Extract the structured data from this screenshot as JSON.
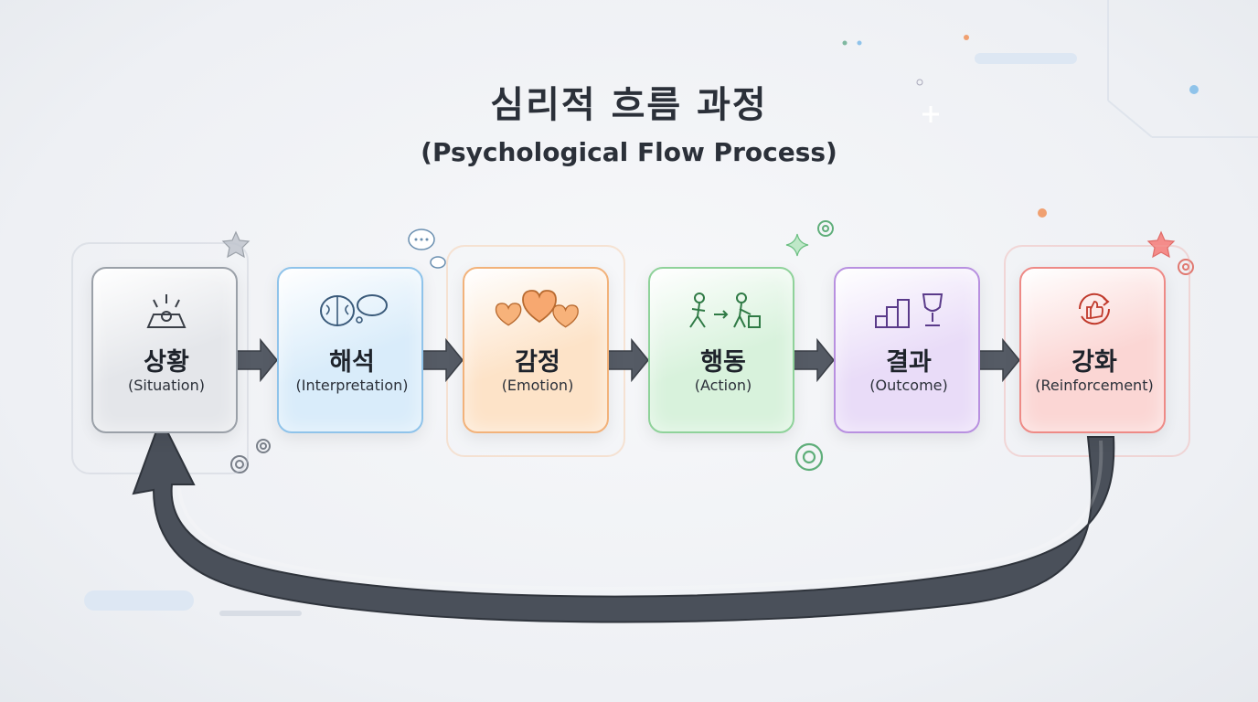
{
  "title": "심리적 흐름 과정",
  "subtitle": "(Psychological Flow Process)",
  "steps": [
    {
      "ko": "상황",
      "en": "(Situation)",
      "color": "#9aa0a8",
      "fill": "#e4e6ea",
      "icon": "alarm-icon"
    },
    {
      "ko": "해석",
      "en": "(Interpretation)",
      "color": "#8fc3ea",
      "fill": "#d9ecfa",
      "icon": "brain-thought-icon"
    },
    {
      "ko": "감정",
      "en": "(Emotion)",
      "color": "#f2b27a",
      "fill": "#fde3c8",
      "icon": "hearts-face-icon"
    },
    {
      "ko": "행동",
      "en": "(Action)",
      "color": "#8fd29a",
      "fill": "#d8f2dc",
      "icon": "person-action-icon"
    },
    {
      "ko": "결과",
      "en": "(Outcome)",
      "color": "#b890e0",
      "fill": "#e9dcf8",
      "icon": "podium-trophy-icon"
    },
    {
      "ko": "강화",
      "en": "(Reinforcement)",
      "color": "#ee8a86",
      "fill": "#fbd6d4",
      "icon": "thumbs-up-cycle-icon"
    }
  ],
  "feedback_arrow": {
    "from": "강화",
    "to": "상황",
    "color": "#4a505a"
  },
  "colors": {
    "arrow": "#555b65",
    "title": "#2b3039"
  }
}
